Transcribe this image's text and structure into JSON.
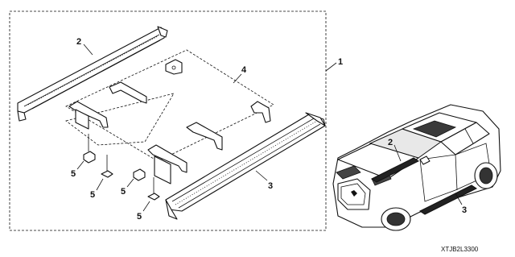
{
  "diagram": {
    "figure_code": "XTJB2L3300",
    "callouts": {
      "kit": "1",
      "left_step": "2",
      "right_step": "3",
      "brackets": "4",
      "bolt_a": "5",
      "bolt_b": "5",
      "bolt_c": "5",
      "bolt_d": "5",
      "vehicle_left": "2",
      "vehicle_right": "3"
    }
  },
  "colors": {
    "line": "#111111",
    "background": "#ffffff",
    "glass": "#2a2a2a"
  }
}
